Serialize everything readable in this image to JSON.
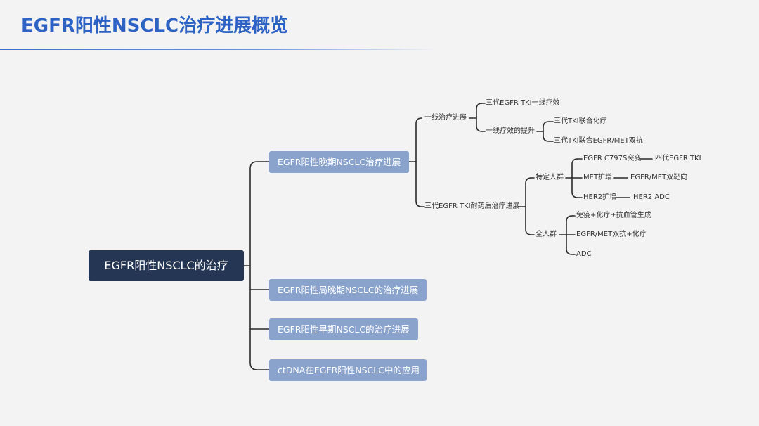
{
  "page": {
    "title": "EGFR阳性NSCLC治疗进展概览"
  },
  "mindmap": {
    "root": "EGFR阳性NSCLC的治疗",
    "branches": [
      {
        "label": "EGFR阳性晚期NSCLC治疗进展"
      },
      {
        "label": "EGFR阳性局晚期NSCLC的治疗进展"
      },
      {
        "label": "EGFR阳性早期NSCLC的治疗进展"
      },
      {
        "label": "ctDNA在EGFR阳性NSCLC中的应用"
      }
    ],
    "advanced": {
      "first_line": {
        "label": "一线治疗进展",
        "children": [
          {
            "label": "三代EGFR TKI一线疗效"
          },
          {
            "label": "一线疗效的提升",
            "children": [
              "三代TKI联合化疗",
              "三代TKI联合EGFR/MET双抗"
            ]
          }
        ]
      },
      "post_resistance": {
        "label": "三代EGFR TKI耐药后治疗进展",
        "specific": {
          "label": "特定人群",
          "children": [
            {
              "label": "EGFR C797S突变",
              "target": "四代EGFR TKI"
            },
            {
              "label": "MET扩增",
              "target": "EGFR/MET双靶向"
            },
            {
              "label": "HER2扩增",
              "target": "HER2 ADC"
            }
          ]
        },
        "all": {
          "label": "全人群",
          "children": [
            "免疫+化疗±抗血管生成",
            "EGFR/MET双抗+化疗",
            "ADC"
          ]
        }
      }
    }
  }
}
